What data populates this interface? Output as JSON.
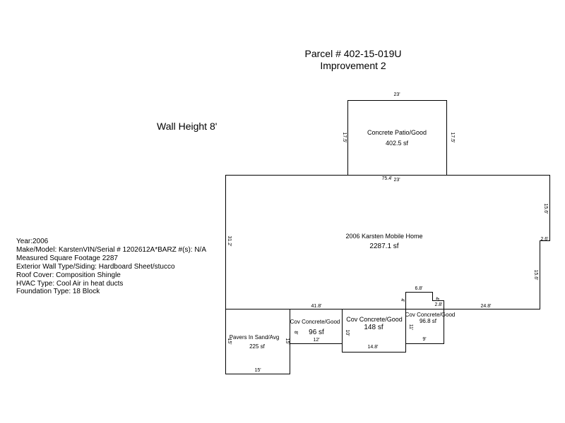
{
  "header": {
    "parcel": "Parcel # 402-15-019U",
    "improvement": "Improvement 2"
  },
  "wall_height": "Wall Height 8'",
  "info": [
    "Year:2006",
    "Make/Model: KarstenVIN/Serial # 1202612A*BARZ #(s): N/A",
    "Measured Square Footage 2287",
    "Exterior Wall Type/Siding: Hardboard Sheet/stucco",
    "Roof Cover: Composition Shingle",
    "HVAC Type: Cool Air in heat ducts",
    "Foundation Type: 18 Block"
  ],
  "patio": {
    "name": "Concrete Patio/Good",
    "area": "402.5 sf",
    "dim_top": "23'",
    "dim_left": "17.5'",
    "dim_right": "17.5'",
    "dim_bottom": "23'"
  },
  "home": {
    "name": "2006 Karsten Mobile Home",
    "area": "2287.1 sf",
    "dim_top": "75.4'",
    "dim_left": "31.2'",
    "dim_right_upper": "15.6'",
    "dim_step": "2.6'",
    "dim_right_lower": "15.6'",
    "dim_bottom_right": "24.8'",
    "dim_bottom_left": "41.8'",
    "dim_notch_top": "6.8'",
    "dim_notch_side": "4'",
    "dim_notch_right": "4'",
    "dim_notch_step": "2.8'"
  },
  "pavers": {
    "name": "Pavers In Sand/Avg",
    "area": "225 sf",
    "dim_left": "15'",
    "dim_right": "15'",
    "dim_bottom": "15'"
  },
  "cov1": {
    "name": "Cov Concrete/Good",
    "area": "96 sf",
    "dim_left": "8'",
    "dim_bottom": "12'"
  },
  "cov2": {
    "name": "Cov Concrete/Good",
    "area": "148 sf",
    "dim_left": "10'",
    "dim_bottom": "14.8'"
  },
  "cov3": {
    "name": "Cov Concrete/Good",
    "area": "96.8 sf",
    "dim_left": "11'",
    "dim_bottom": "9'"
  }
}
